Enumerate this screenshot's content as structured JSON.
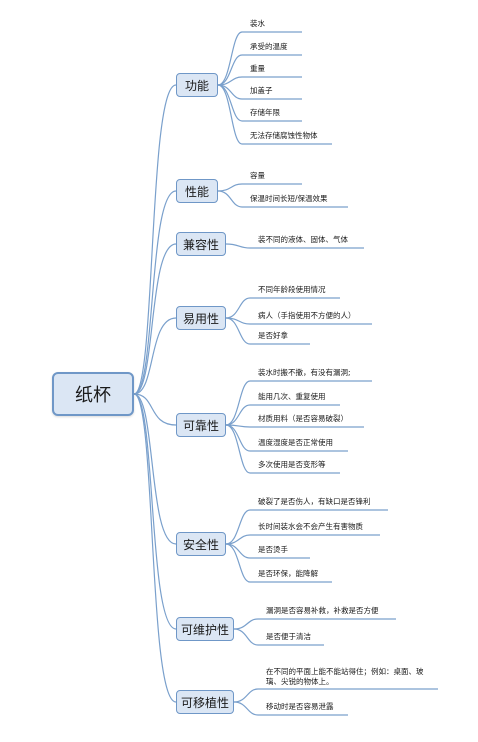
{
  "root": "纸杯",
  "colors": {
    "line": "#7aa0cc",
    "node_border": "#6f97c7",
    "node_fill": "#dbe6f4"
  },
  "branches": [
    {
      "label": "功能",
      "leaves": [
        "装水",
        "承受的温度",
        "重量",
        "加盖子",
        "存储年限",
        "无法存储腐蚀性物体"
      ]
    },
    {
      "label": "性能",
      "leaves": [
        "容量",
        "保温时间长短/保温效果"
      ]
    },
    {
      "label": "兼容性",
      "leaves": [
        "装不同的液体、固体、气体"
      ]
    },
    {
      "label": "易用性",
      "leaves": [
        "不同年龄段使用情况",
        "病人（手指使用不方便的人）",
        "是否好拿"
      ]
    },
    {
      "label": "可靠性",
      "leaves": [
        "装水时搬不撒，有没有漏洞;",
        "能用几次、重复使用",
        "材质用料（是否容易破裂）",
        "温度湿度是否正常使用",
        "多次使用是否变形等"
      ]
    },
    {
      "label": "安全性",
      "leaves": [
        "破裂了是否伤人，有缺口是否锋利",
        "长时间装水会不会产生有害物质",
        "是否烫手",
        "是否环保，能降解"
      ]
    },
    {
      "label": "可维护性",
      "leaves": [
        "漏洞是否容易补救，补救是否方便",
        "是否便于清洁"
      ]
    },
    {
      "label": "可移植性",
      "leaves": [
        "在不同的平面上能不能站得住；例如：桌面、玻璃、尖锐的物体上。",
        "移动时是否容易泄露"
      ]
    }
  ]
}
